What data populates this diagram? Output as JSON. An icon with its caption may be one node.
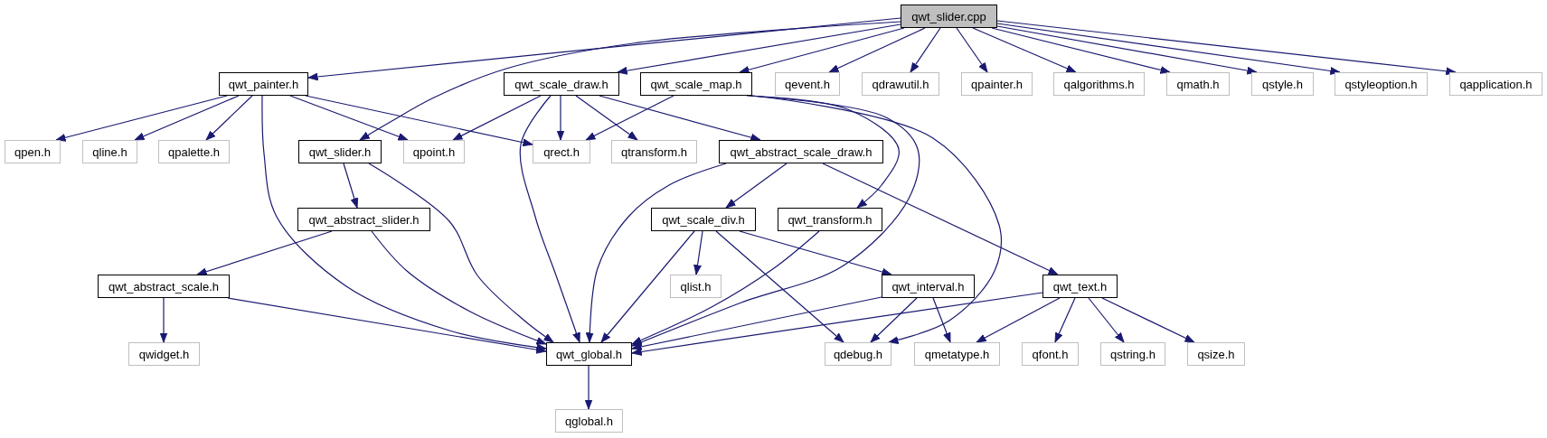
{
  "diagram": {
    "nodes": [
      {
        "text": [
          "qwt_slider.cpp"
        ]
      },
      {
        "text": [
          "qwt_painter.h"
        ]
      },
      {
        "text": [
          "qwt_scale_draw.h"
        ]
      },
      {
        "text": [
          "qwt_scale_map.h"
        ]
      },
      {
        "text": [
          "qevent.h"
        ]
      },
      {
        "text": [
          "qdrawutil.h"
        ]
      },
      {
        "text": [
          "qpainter.h"
        ]
      },
      {
        "text": [
          "qalgorithms.h"
        ]
      },
      {
        "text": [
          "qmath.h"
        ]
      },
      {
        "text": [
          "qstyle.h"
        ]
      },
      {
        "text": [
          "qstyleoption.h"
        ]
      },
      {
        "text": [
          "qapplication.h"
        ]
      },
      {
        "text": [
          "qpen.h"
        ]
      },
      {
        "text": [
          "qline.h"
        ]
      },
      {
        "text": [
          "qpalette.h"
        ]
      },
      {
        "text": [
          "qwt_slider.h"
        ]
      },
      {
        "text": [
          "qpoint.h"
        ]
      },
      {
        "text": [
          "qrect.h"
        ]
      },
      {
        "text": [
          "qtransform.h"
        ]
      },
      {
        "text": [
          "qwt_abstract_scale_draw.h"
        ]
      },
      {
        "text": [
          "qwt_abstract_slider.h"
        ]
      },
      {
        "text": [
          "qwt_scale_div.h"
        ]
      },
      {
        "text": [
          "qwt_transform.h"
        ]
      },
      {
        "text": [
          "qwt_abstract_scale.h"
        ]
      },
      {
        "text": [
          "qlist.h"
        ]
      },
      {
        "text": [
          "qwt_interval.h"
        ]
      },
      {
        "text": [
          "qwt_text.h"
        ]
      },
      {
        "text": [
          "qwidget.h"
        ]
      },
      {
        "text": [
          "qwt_global.h"
        ]
      },
      {
        "text": [
          "qdebug.h"
        ]
      },
      {
        "text": [
          "qmetatype.h"
        ]
      },
      {
        "text": [
          "qfont.h"
        ]
      },
      {
        "text": [
          "qstring.h"
        ]
      },
      {
        "text": [
          "qsize.h"
        ]
      },
      {
        "text": [
          "qglobal.h"
        ]
      }
    ],
    "edges": [
      {
        "from": 0,
        "to": 1,
        "arrow": "to"
      },
      {
        "from": 0,
        "to": 2,
        "arrow": "to"
      },
      {
        "from": 0,
        "to": 3,
        "arrow": "to"
      },
      {
        "from": 0,
        "to": 4,
        "arrow": "to"
      },
      {
        "from": 0,
        "to": 5,
        "arrow": "to"
      },
      {
        "from": 0,
        "to": 6,
        "arrow": "to"
      },
      {
        "from": 0,
        "to": 7,
        "arrow": "to"
      },
      {
        "from": 0,
        "to": 8,
        "arrow": "to"
      },
      {
        "from": 0,
        "to": 9,
        "arrow": "to"
      },
      {
        "from": 0,
        "to": 10,
        "arrow": "to"
      },
      {
        "from": 0,
        "to": 11,
        "arrow": "to"
      },
      {
        "from": 0,
        "to": 15,
        "arrow": "to"
      },
      {
        "from": 1,
        "to": 12,
        "arrow": "to"
      },
      {
        "from": 1,
        "to": 13,
        "arrow": "to"
      },
      {
        "from": 1,
        "to": 14,
        "arrow": "to"
      },
      {
        "from": 1,
        "to": 16,
        "arrow": "to"
      },
      {
        "from": 1,
        "to": 17,
        "arrow": "to"
      },
      {
        "from": 1,
        "to": 28,
        "arrow": "to"
      },
      {
        "from": 2,
        "to": 16,
        "arrow": "to"
      },
      {
        "from": 2,
        "to": 17,
        "arrow": "to"
      },
      {
        "from": 2,
        "to": 18,
        "arrow": "to"
      },
      {
        "from": 2,
        "to": 19,
        "arrow": "to"
      },
      {
        "from": 2,
        "to": 28,
        "arrow": "to"
      },
      {
        "from": 3,
        "to": 17,
        "arrow": "to"
      },
      {
        "from": 3,
        "to": 22,
        "arrow": "to"
      },
      {
        "from": 3,
        "to": 28,
        "arrow": "to"
      },
      {
        "from": 3,
        "to": 29,
        "arrow": "to"
      },
      {
        "from": 15,
        "to": 20,
        "arrow": "to"
      },
      {
        "from": 15,
        "to": 28,
        "arrow": "to"
      },
      {
        "from": 19,
        "to": 21,
        "arrow": "to"
      },
      {
        "from": 19,
        "to": 26,
        "arrow": "to"
      },
      {
        "from": 19,
        "to": 28,
        "arrow": "to"
      },
      {
        "from": 20,
        "to": 23,
        "arrow": "to"
      },
      {
        "from": 20,
        "to": 28,
        "arrow": "to"
      },
      {
        "from": 21,
        "to": 24,
        "arrow": "to"
      },
      {
        "from": 21,
        "to": 25,
        "arrow": "to"
      },
      {
        "from": 21,
        "to": 28,
        "arrow": "to"
      },
      {
        "from": 21,
        "to": 29,
        "arrow": "to"
      },
      {
        "from": 22,
        "to": 28,
        "arrow": "to"
      },
      {
        "from": 23,
        "to": 27,
        "arrow": "to"
      },
      {
        "from": 23,
        "to": 28,
        "arrow": "to"
      },
      {
        "from": 25,
        "to": 28,
        "arrow": "to"
      },
      {
        "from": 25,
        "to": 29,
        "arrow": "to"
      },
      {
        "from": 25,
        "to": 30,
        "arrow": "to"
      },
      {
        "from": 26,
        "to": 28,
        "arrow": "to"
      },
      {
        "from": 26,
        "to": 30,
        "arrow": "to"
      },
      {
        "from": 26,
        "to": 31,
        "arrow": "to"
      },
      {
        "from": 26,
        "to": 32,
        "arrow": "to"
      },
      {
        "from": 26,
        "to": 33,
        "arrow": "to"
      },
      {
        "from": 28,
        "to": 34,
        "arrow": "to"
      }
    ]
  }
}
